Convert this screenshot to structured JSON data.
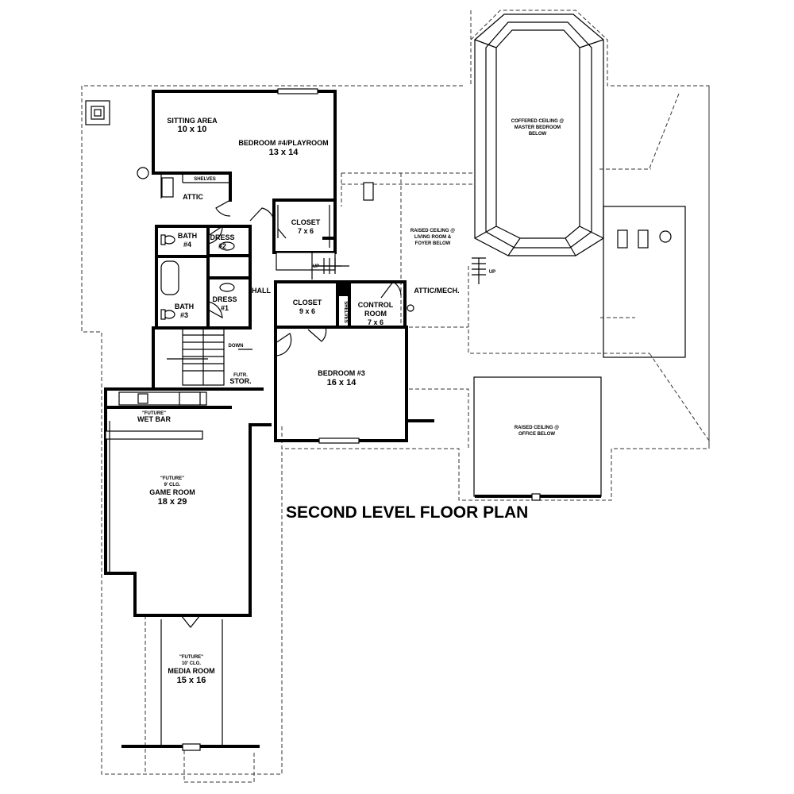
{
  "title": "SECOND LEVEL FLOOR PLAN",
  "rooms": {
    "sitting": {
      "name": "SITTING AREA",
      "size": "10 x 10"
    },
    "bedroom4": {
      "name": "BEDROOM #4/PLAYROOM",
      "size": "13 x 14"
    },
    "attic": {
      "name": "ATTIC"
    },
    "shelves_top": {
      "name": "SHELVES"
    },
    "closet1": {
      "name": "CLOSET",
      "size": "7 x 6"
    },
    "bath4": {
      "name": "BATH",
      "num": "#4"
    },
    "dress2": {
      "name": "DRESS",
      "num": "#2"
    },
    "bath3": {
      "name": "BATH",
      "num": "#3"
    },
    "dress1": {
      "name": "DRESS",
      "num": "#1"
    },
    "hall": {
      "name": "HALL"
    },
    "closet2": {
      "name": "CLOSET",
      "size": "9 x 6"
    },
    "shelves_mid": {
      "name": "SHELVES"
    },
    "control": {
      "name": "CONTROL",
      "name2": "ROOM",
      "size": "7 x 6"
    },
    "attic_mech": {
      "name": "ATTIC/MECH."
    },
    "bedroom3": {
      "name": "BEDROOM #3",
      "size": "16 x 14"
    },
    "stor": {
      "name": "FUTR.",
      "name2": "STOR."
    },
    "down": {
      "name": "DOWN"
    },
    "up1": {
      "name": "UP"
    },
    "up2": {
      "name": "UP"
    },
    "wetbar": {
      "note": "\"FUTURE\"",
      "name": "WET BAR"
    },
    "game": {
      "note": "\"FUTURE\"",
      "note2": "9' CLG.",
      "name": "GAME ROOM",
      "size": "18 x 29"
    },
    "media": {
      "note": "\"FUTURE\"",
      "note2": "10' CLG.",
      "name": "MEDIA ROOM",
      "size": "15 x 16"
    }
  },
  "notes": {
    "coffered": [
      "COFFERED CEILING @",
      "MASTER BEDROOM",
      "BELOW"
    ],
    "raised_living": [
      "RAISED CEILING @",
      "LIVING ROOM &",
      "FOYER BELOW"
    ],
    "raised_office": [
      "RAISED CEILING @",
      "OFFICE BELOW"
    ]
  }
}
